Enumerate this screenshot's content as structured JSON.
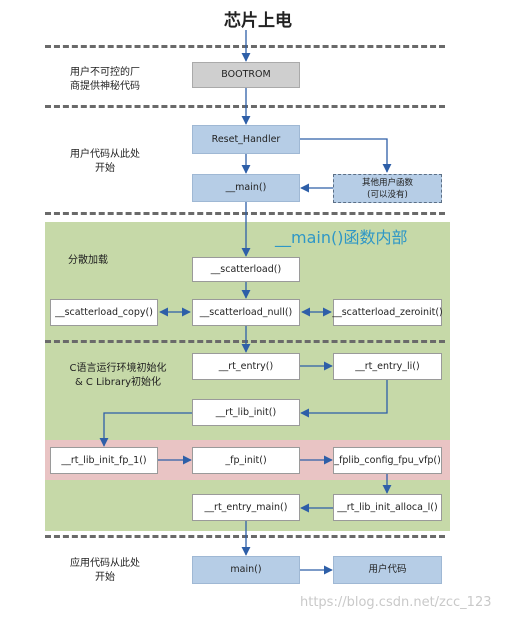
{
  "title": "芯片上电",
  "sections": {
    "vendor": [
      "用户不可控的厂",
      "商提供神秘代码"
    ],
    "user_start": [
      "用户代码从此处",
      "开始"
    ],
    "scatter": "分散加载",
    "c_init": [
      "C语言运行环境初始化",
      "& C Library初始化"
    ],
    "app_start": [
      "应用代码从此处",
      "开始"
    ]
  },
  "main_heading": "__main()函数内部",
  "boxes": {
    "bootrom": "BOOTROM",
    "reset_handler": "Reset_Handler",
    "main_fn": "__main()",
    "other_funcs": [
      "其他用户函数",
      "(可以没有)"
    ],
    "scatterload": "__scatterload()",
    "scatterload_copy": "__scatterload_copy()",
    "scatterload_null": "__scatterload_null()",
    "scatterload_zeroinit": "__scatterload_zeroinit()",
    "rt_entry": "__rt_entry()",
    "rt_entry_li": "__rt_entry_li()",
    "rt_lib_init": "__rt_lib_init()",
    "rt_lib_init_fp_1": "__rt_lib_init_fp_1()",
    "fp_init": "_fp_init()",
    "fplib_config": "_fplib_config_fpu_vfp()",
    "rt_entry_main": "__rt_entry_main()",
    "rt_lib_init_alloca": "__rt_lib_init_alloca_l()",
    "app_main": "main()",
    "user_code": "用户代码"
  },
  "watermark": "https://blog.csdn.net/zcc_123",
  "colors": {
    "green_region": "#c6d9a8",
    "pink_region": "#e9c4c4",
    "blue_box": "#b6cde6",
    "arrow": "#2e5fa8",
    "heading": "#2f97c6"
  }
}
